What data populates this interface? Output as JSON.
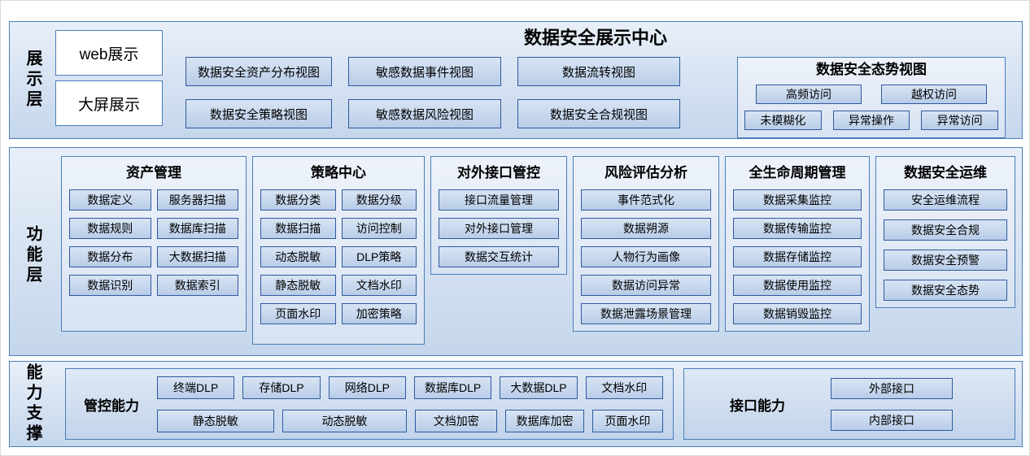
{
  "title": "数据安全展示中心",
  "colors": {
    "band_border": "#4a7ebb",
    "box_border": "#2e5aa0",
    "box_fill": "#c6d7ee",
    "band_fill": "#d6e2f2"
  },
  "display": {
    "label": "展示层",
    "modes": [
      "web展示",
      "大屏展示"
    ],
    "views": [
      [
        "数据安全资产分布视图",
        "数据安全策略视图"
      ],
      [
        "敏感数据事件视图",
        "敏感数据风险视图"
      ],
      [
        "数据流转视图",
        "数据安全合规视图"
      ]
    ],
    "situation": {
      "title": "数据安全态势视图",
      "row1": [
        "高频访问",
        "越权访问"
      ],
      "row2": [
        "未模糊化",
        "异常操作",
        "异常访问"
      ]
    }
  },
  "function": {
    "label": "功能层",
    "columns": [
      {
        "title": "资产管理",
        "items": [
          "数据定义",
          "服务器扫描",
          "数据规则",
          "数据库扫描",
          "数据分布",
          "大数据扫描",
          "数据识别",
          "数据索引"
        ]
      },
      {
        "title": "策略中心",
        "items": [
          "数据分类",
          "数据分级",
          "数据扫描",
          "访问控制",
          "动态脱敏",
          "DLP策略",
          "静态脱敏",
          "文档水印",
          "页面水印",
          "加密策略"
        ]
      },
      {
        "title": "对外接口管控",
        "items": [
          "接口流量管理",
          "对外接口管理",
          "数据交互统计"
        ]
      },
      {
        "title": "风险评估分析",
        "items": [
          "事件范式化",
          "数据朔源",
          "人物行为画像",
          "数据访问异常",
          "数据泄露场景管理"
        ]
      },
      {
        "title": "全生命周期管理",
        "items": [
          "数据采集监控",
          "数据传输监控",
          "数据存储监控",
          "数据使用监控",
          "数据销毁监控"
        ]
      },
      {
        "title": "数据安全运维",
        "items": [
          "安全运维流程",
          "数据安全合规",
          "数据安全预警",
          "数据安全态势"
        ]
      }
    ]
  },
  "support": {
    "label": "能力支撑",
    "control": {
      "title": "管控能力",
      "row1": [
        "终端DLP",
        "存储DLP",
        "网络DLP",
        "数据库DLP",
        "大数据DLP",
        "文档水印"
      ],
      "row2": [
        "静态脱敏",
        "动态脱敏",
        "文档加密",
        "数据库加密",
        "页面水印"
      ]
    },
    "interface": {
      "title": "接口能力",
      "items": [
        "外部接口",
        "内部接口"
      ]
    }
  }
}
